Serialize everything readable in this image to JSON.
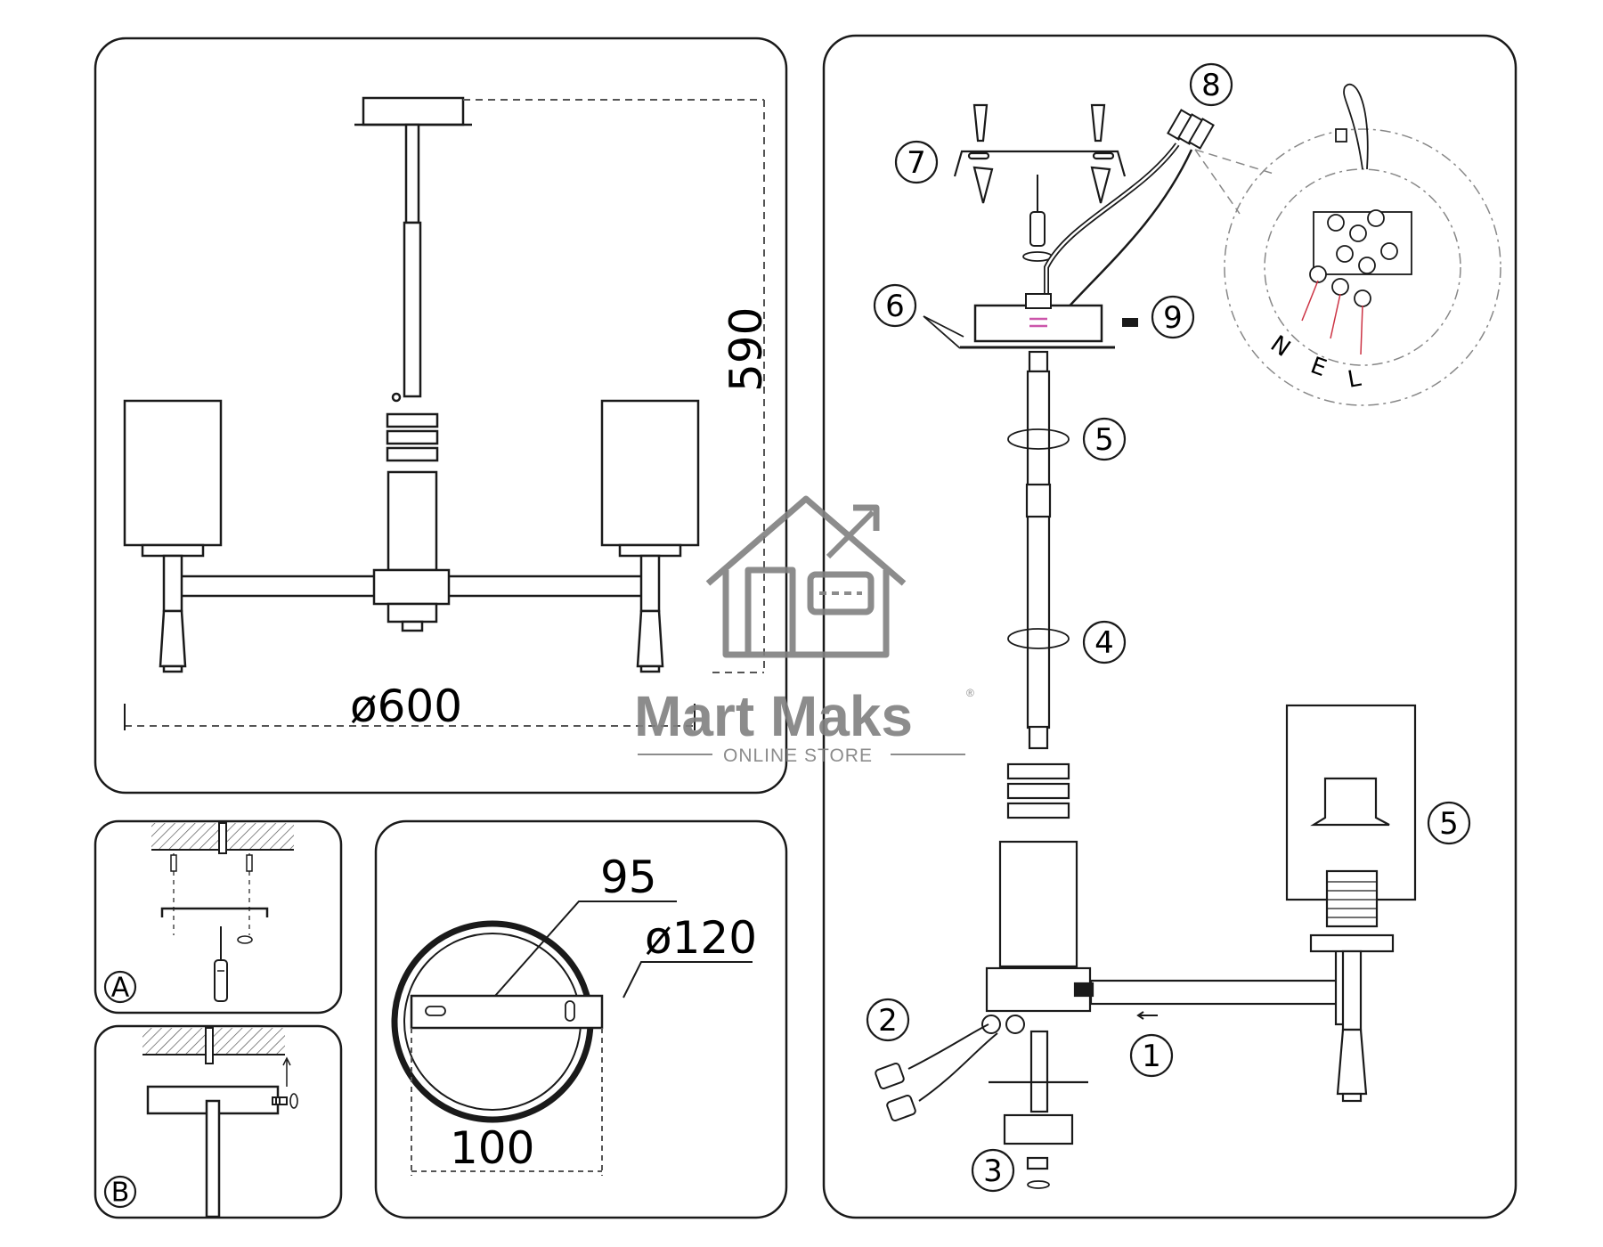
{
  "dimensions": {
    "height": "590",
    "diameter": "ø600",
    "plate_length": "95",
    "plate_diameter": "ø120",
    "plate_width": "100"
  },
  "panel_labels": {
    "a": "A",
    "b": "B"
  },
  "step_numbers": {
    "s1": "1",
    "s2": "2",
    "s3": "3",
    "s4": "4",
    "s5": "5",
    "s5b": "5",
    "s6": "6",
    "s7": "7",
    "s8": "8",
    "s9": "9"
  },
  "wire_labels": {
    "n": "N",
    "e": "E",
    "l": "L"
  },
  "watermark": {
    "title": "Mart Maks",
    "registered": "®",
    "subtitle": "ONLINE STORE"
  },
  "colors": {
    "line": "#1a1a1a",
    "watermark": "#808080",
    "wire_red": "#cc3344",
    "dash": "#555555"
  },
  "icons": [
    "screwdriver-icon",
    "rotation-arrow-icon",
    "screw-icon",
    "house-logo-icon",
    "terminal-block-icon"
  ]
}
